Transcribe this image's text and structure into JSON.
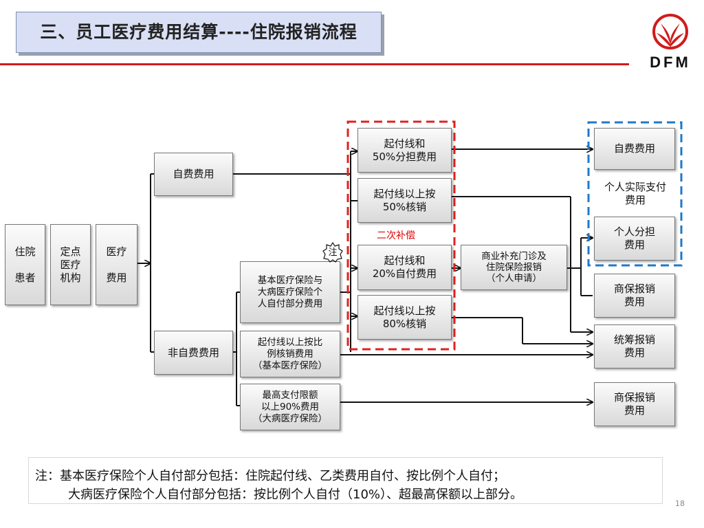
{
  "slide": {
    "title": "三、员工医疗费用结算----住院报销流程",
    "page_number": "18",
    "logo_text": "DFM",
    "colors": {
      "accent_red": "#d11b1b",
      "dash_red": "#e02020",
      "dash_blue": "#1f78c8"
    }
  },
  "diagram": {
    "patient": "住院\n\n患者",
    "institution": "定点\n医疗\n机构",
    "medical_cost": "医疗\n\n费用",
    "self_pay": "自费费用",
    "non_self_pay": "非自费费用",
    "basic_self_part": "基本医疗保险与\n大病医疗保险个\n人自付部分费用",
    "above_line_basic": "起付线以上按比\n例核销费用\n（基本医疗保险）",
    "above_90": "最高支付限额\n以上90%费用\n（大病医疗保险）",
    "note_marker": "注",
    "red_group": {
      "box1": "起付线和\n50%分担费用",
      "box2": "起付线以上按\n50%核销",
      "label": "二次补偿",
      "box3": "起付线和\n20%自付费用",
      "box4": "起付线以上按\n80%核销"
    },
    "commercial_supp": "商业补充门诊及\n住院保险报销\n（个人申请）",
    "blue_group": {
      "self_pay_result": "自费费用",
      "label": "个人实际支付\n费用",
      "personal_share": "个人分担\n费用"
    },
    "commercial_reimb_1": "商保报销\n费用",
    "pooled_reimb": "统筹报销\n费用",
    "commercial_reimb_2": "商保报销\n费用"
  },
  "note": {
    "line1": "注：基本医疗保险个人自付部分包括：住院起付线、乙类费用自付、按比例个人自付；",
    "line2": "大病医疗保险个人自付部分包括：按比例个人自付（10%）、超最高保额以上部分。"
  }
}
